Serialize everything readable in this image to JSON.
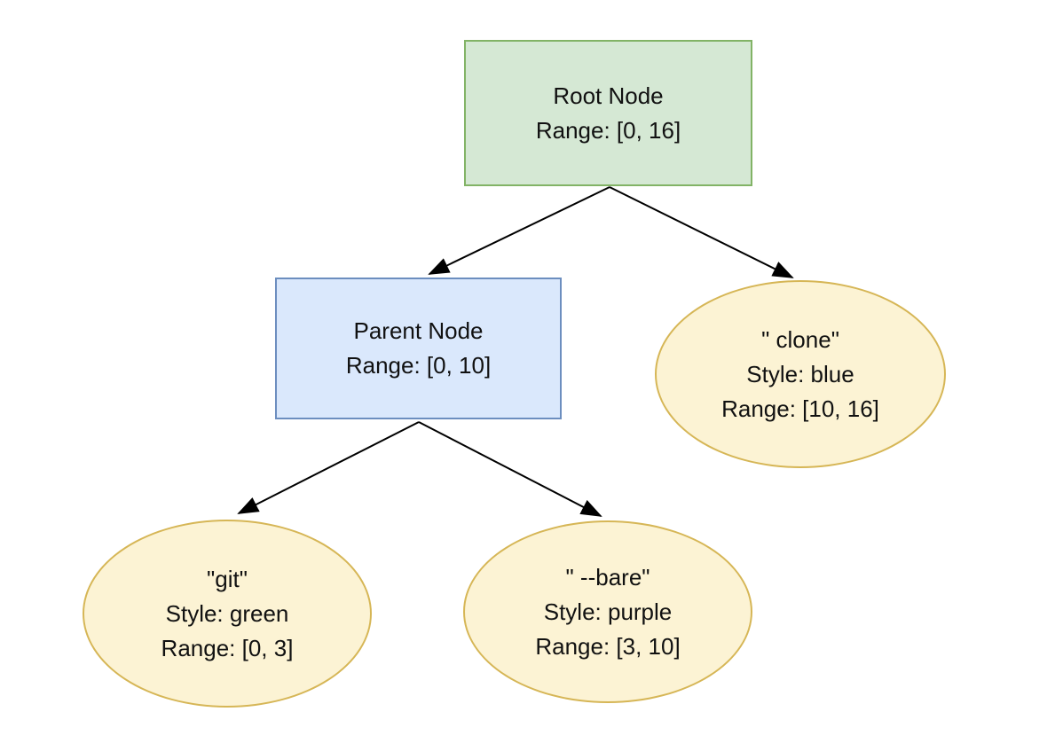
{
  "nodes": {
    "root": {
      "label": "Root Node",
      "range": "Range: [0, 16]"
    },
    "parent": {
      "label": "Parent Node",
      "range": "Range: [0, 10]"
    },
    "clone": {
      "label": "\" clone\"",
      "style": "Style: blue",
      "range": "Range: [10, 16]"
    },
    "git": {
      "label": "\"git\"",
      "style": "Style: green",
      "range": "Range: [0, 3]"
    },
    "bare": {
      "label": "\" --bare\"",
      "style": "Style: purple",
      "range": "Range: [3, 10]"
    }
  },
  "edges": [
    {
      "from": "root",
      "to": "parent"
    },
    {
      "from": "root",
      "to": "clone"
    },
    {
      "from": "parent",
      "to": "git"
    },
    {
      "from": "parent",
      "to": "bare"
    }
  ],
  "colors": {
    "green_fill": "#d5e8d4",
    "green_stroke": "#82b366",
    "blue_fill": "#dae8fc",
    "blue_stroke": "#6c8ebf",
    "yellow_fill": "#fcf3d4",
    "yellow_stroke": "#d6b656",
    "edge": "#000000",
    "text": "#111111",
    "background": "#ffffff"
  }
}
